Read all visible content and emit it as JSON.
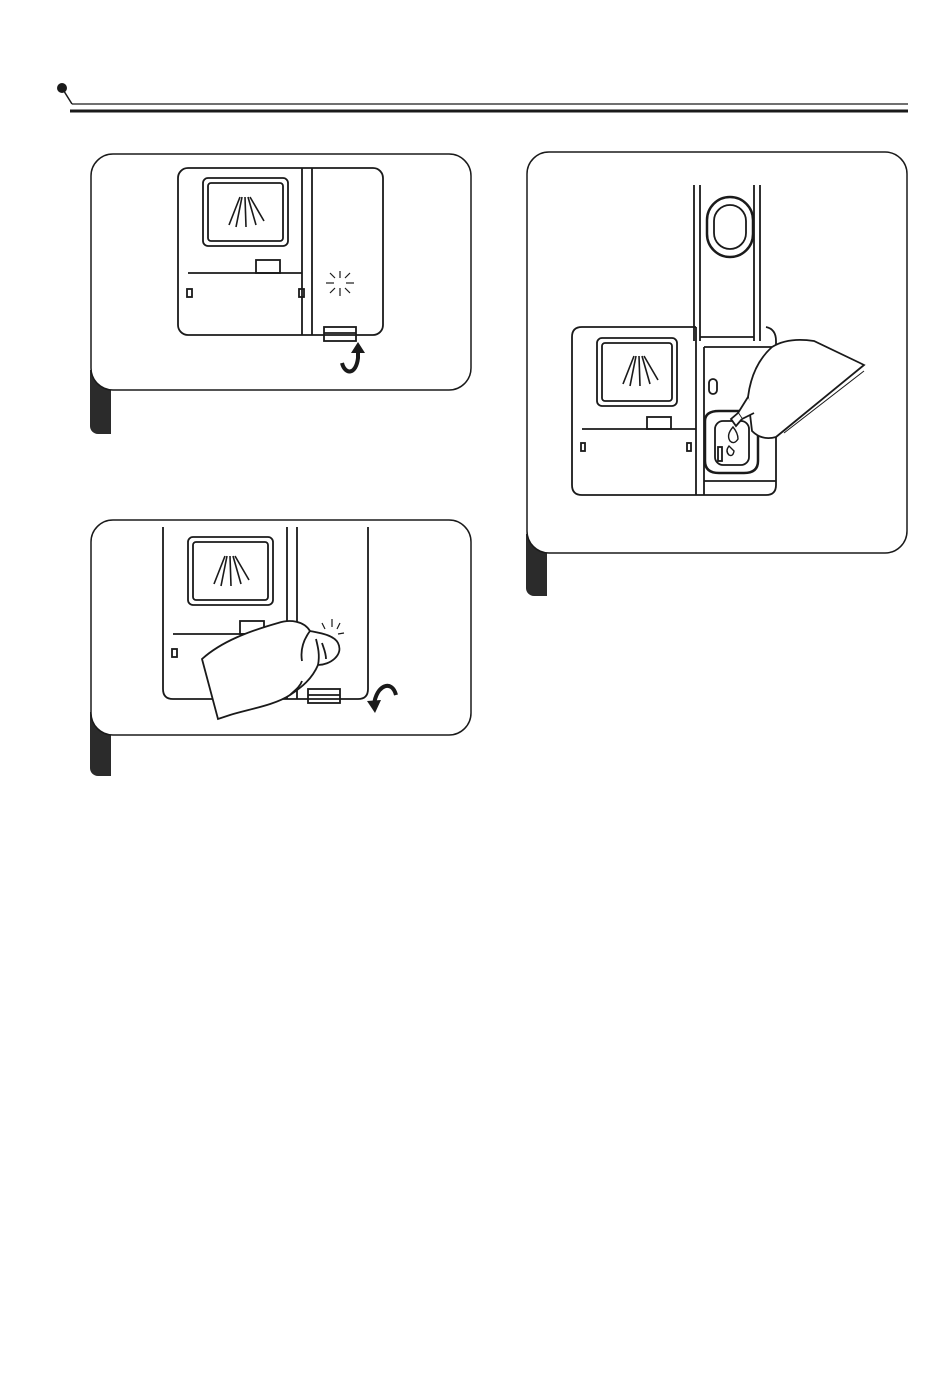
{
  "page": {
    "header": {
      "bullet_icon": "bullet-dot-icon",
      "rule_style": "double-line"
    },
    "figures": [
      {
        "id": "fig-1",
        "depicts": "dispenser-closed-with-release-sparkle",
        "icons": [
          "detergent-spray-icon",
          "sparkle-icon",
          "lift-arrow-icon"
        ]
      },
      {
        "id": "fig-2",
        "depicts": "hand-pressing-rinse-aid-cap",
        "icons": [
          "detergent-spray-icon",
          "hand-icon",
          "sparkle-icon",
          "close-arrow-icon"
        ]
      },
      {
        "id": "fig-3",
        "depicts": "bottle-filling-rinse-aid-reservoir",
        "icons": [
          "detergent-spray-icon",
          "bottle-icon",
          "drop-icon"
        ]
      }
    ],
    "colors": {
      "line": "#1a1a1a",
      "tab": "#2b2b2b",
      "background": "#ffffff"
    }
  }
}
